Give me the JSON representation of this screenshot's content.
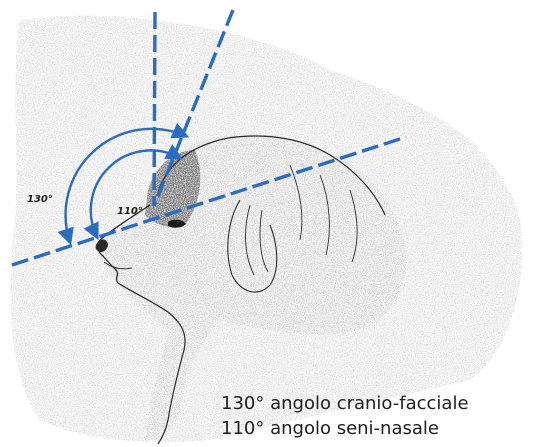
{
  "colors": {
    "guide_line": "#2a6bc4",
    "sketch": "#2b2b2b",
    "background": "#ffffff"
  },
  "angles": {
    "outer": {
      "label": "130°",
      "degrees": 130
    },
    "inner": {
      "label": "110°",
      "degrees": 110
    }
  },
  "legend": {
    "line1": "130° angolo cranio-facciale",
    "line2": "110° angolo seni-nasale"
  }
}
